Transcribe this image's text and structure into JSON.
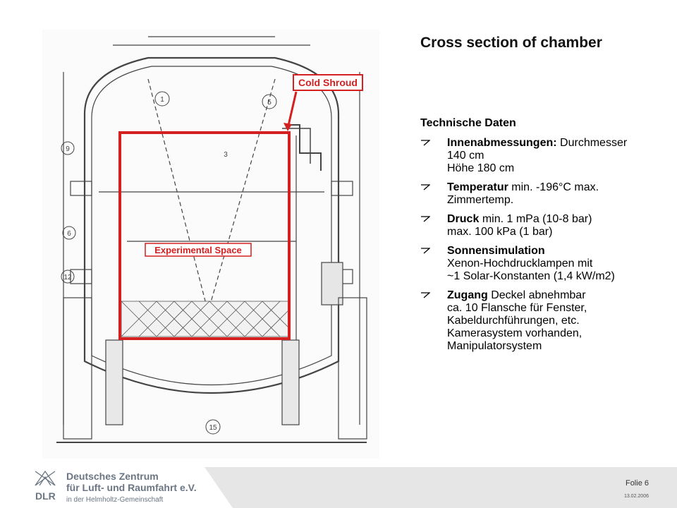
{
  "slide": {
    "title": "Cross section of chamber",
    "subtitle": "Technische Daten",
    "bullets": [
      {
        "lead": "Innenabmessungen:",
        "text": "Durchmesser",
        "lines": [
          "140 cm",
          "Höhe 180 cm"
        ]
      },
      {
        "lead": "Temperatur",
        "text": "min. -196°C max.",
        "lines": [
          "Zimmertemp."
        ]
      },
      {
        "lead": "Druck",
        "text": "min. 1 mPa (10-8 bar)",
        "lines": [
          "max. 100 kPa (1 bar)"
        ]
      },
      {
        "lead": "Sonnensimulation",
        "text": "",
        "lines": [
          "Xenon-Hochdrucklampen mit",
          "~1 Solar-Konstanten (1,4 kW/m2)"
        ]
      },
      {
        "lead": "Zugang",
        "text": "Deckel abnehmbar",
        "lines": [
          "ca. 10 Flansche für Fenster,",
          "Kabeldurchführungen, etc.",
          "Kamerasystem vorhanden,",
          "Manipulatorsystem"
        ]
      }
    ]
  },
  "drawing": {
    "labels": {
      "cold_shroud": "Cold Shroud",
      "experimental_space": "Experimental Space"
    },
    "accent_color": "#d42020",
    "callout_numbers": [
      "1",
      "3",
      "5",
      "6",
      "9",
      "12",
      "15"
    ]
  },
  "footer": {
    "logo_mark": "DLR",
    "org_line1": "Deutsches Zentrum",
    "org_line2": "für Luft- und Raumfahrt e.V.",
    "org_line3": "in der Helmholtz-Gemeinschaft",
    "slide_number": "Folie 6",
    "date": "13.02.2006"
  }
}
